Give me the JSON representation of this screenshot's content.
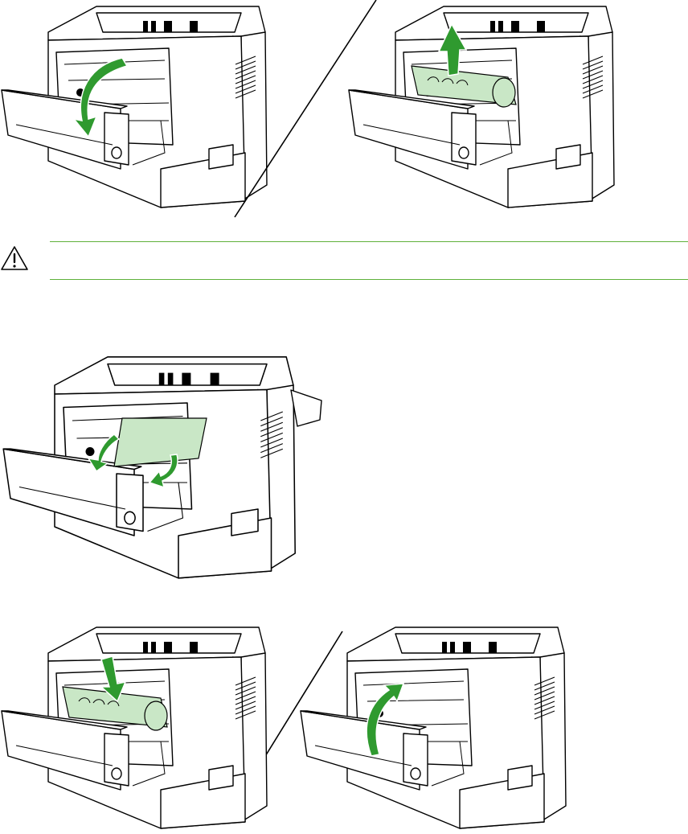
{
  "colors": {
    "accent": "#5fb13a",
    "accent_light": "#c9e7c6",
    "accent_dark": "#2f9a2f"
  },
  "caution": {
    "icon": "caution-triangle-icon"
  },
  "figures": [
    {
      "name": "printer-door-opening",
      "icon": "curved-down-arrow-icon"
    },
    {
      "name": "printer-cartridge-removal",
      "icon": "up-arrow-icon"
    },
    {
      "name": "printer-paper-jam-removal",
      "icon": "curved-arrows-icon"
    },
    {
      "name": "printer-cartridge-insert",
      "icon": "down-arrow-icon"
    },
    {
      "name": "printer-door-closing",
      "icon": "curved-up-arrow-icon"
    }
  ]
}
